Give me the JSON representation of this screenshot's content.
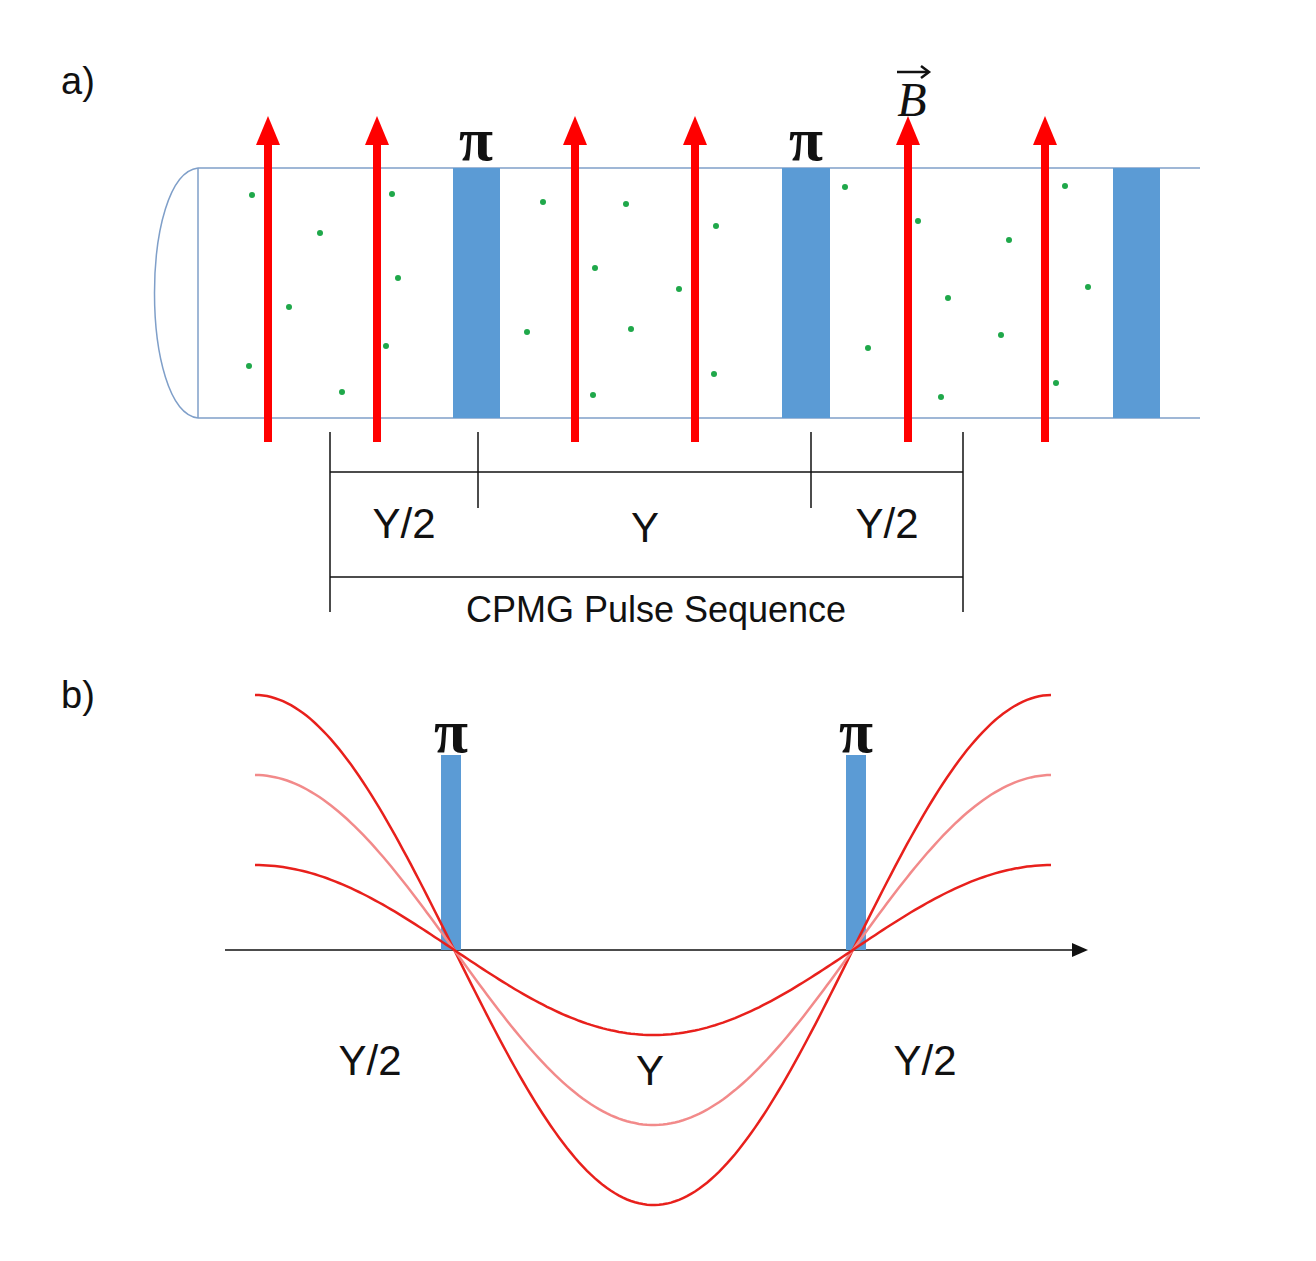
{
  "diagram": {
    "labels": [
      "a)",
      "π",
      "π",
      "B",
      "Y/2",
      "Y",
      "Y/2",
      "CPMG Pulse Sequence",
      "b)",
      "π",
      "π",
      "Y/2",
      "Y",
      "Y/2"
    ]
  }
}
